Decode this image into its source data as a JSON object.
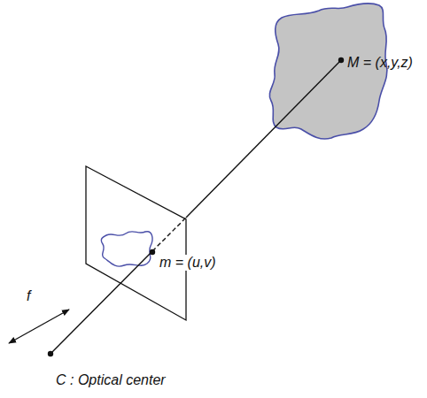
{
  "diagram": {
    "labels": [
      "M = (x,y,z)",
      "m = (u,v)",
      "f",
      "C : Optical center"
    ]
  }
}
